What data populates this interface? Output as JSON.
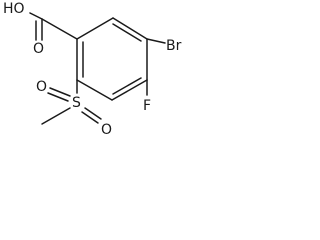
{
  "molecule": {
    "atoms": {
      "hydroxyl": "HO",
      "carbonyl_oxygen": "O",
      "bromine": "Br",
      "fluorine": "F",
      "sulfur": "S",
      "sulfonyl_oxygen_upper": "O",
      "sulfonyl_oxygen_lower": "O"
    }
  }
}
